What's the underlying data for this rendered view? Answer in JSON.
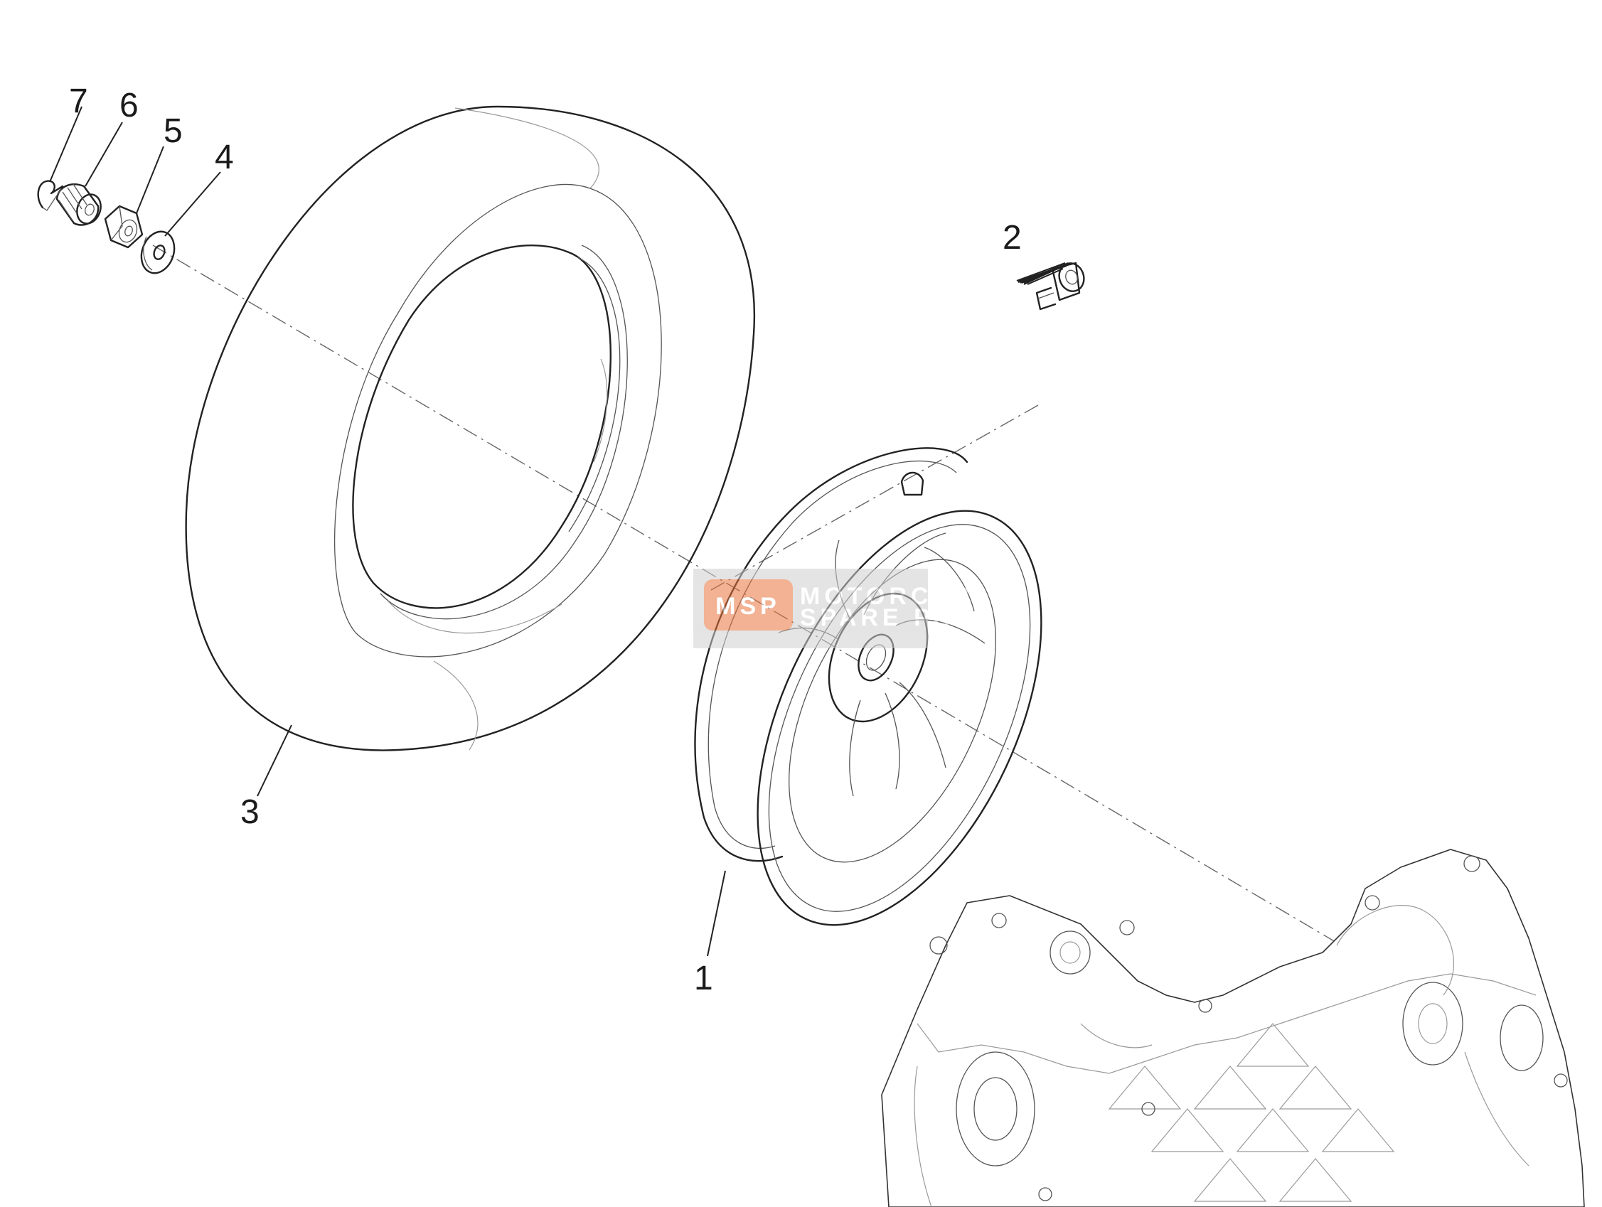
{
  "callouts": {
    "c1": "1",
    "c2": "2",
    "c3": "3",
    "c4": "4",
    "c5": "5",
    "c6": "6",
    "c7": "7"
  },
  "watermark": {
    "logo_text": "MSP",
    "brand_text": "MOTORCYCLE",
    "sub_text": "SPARE PARTS",
    "accent_color": "#e8743b"
  },
  "colors": {
    "line": "#222222",
    "background": "#ffffff"
  }
}
